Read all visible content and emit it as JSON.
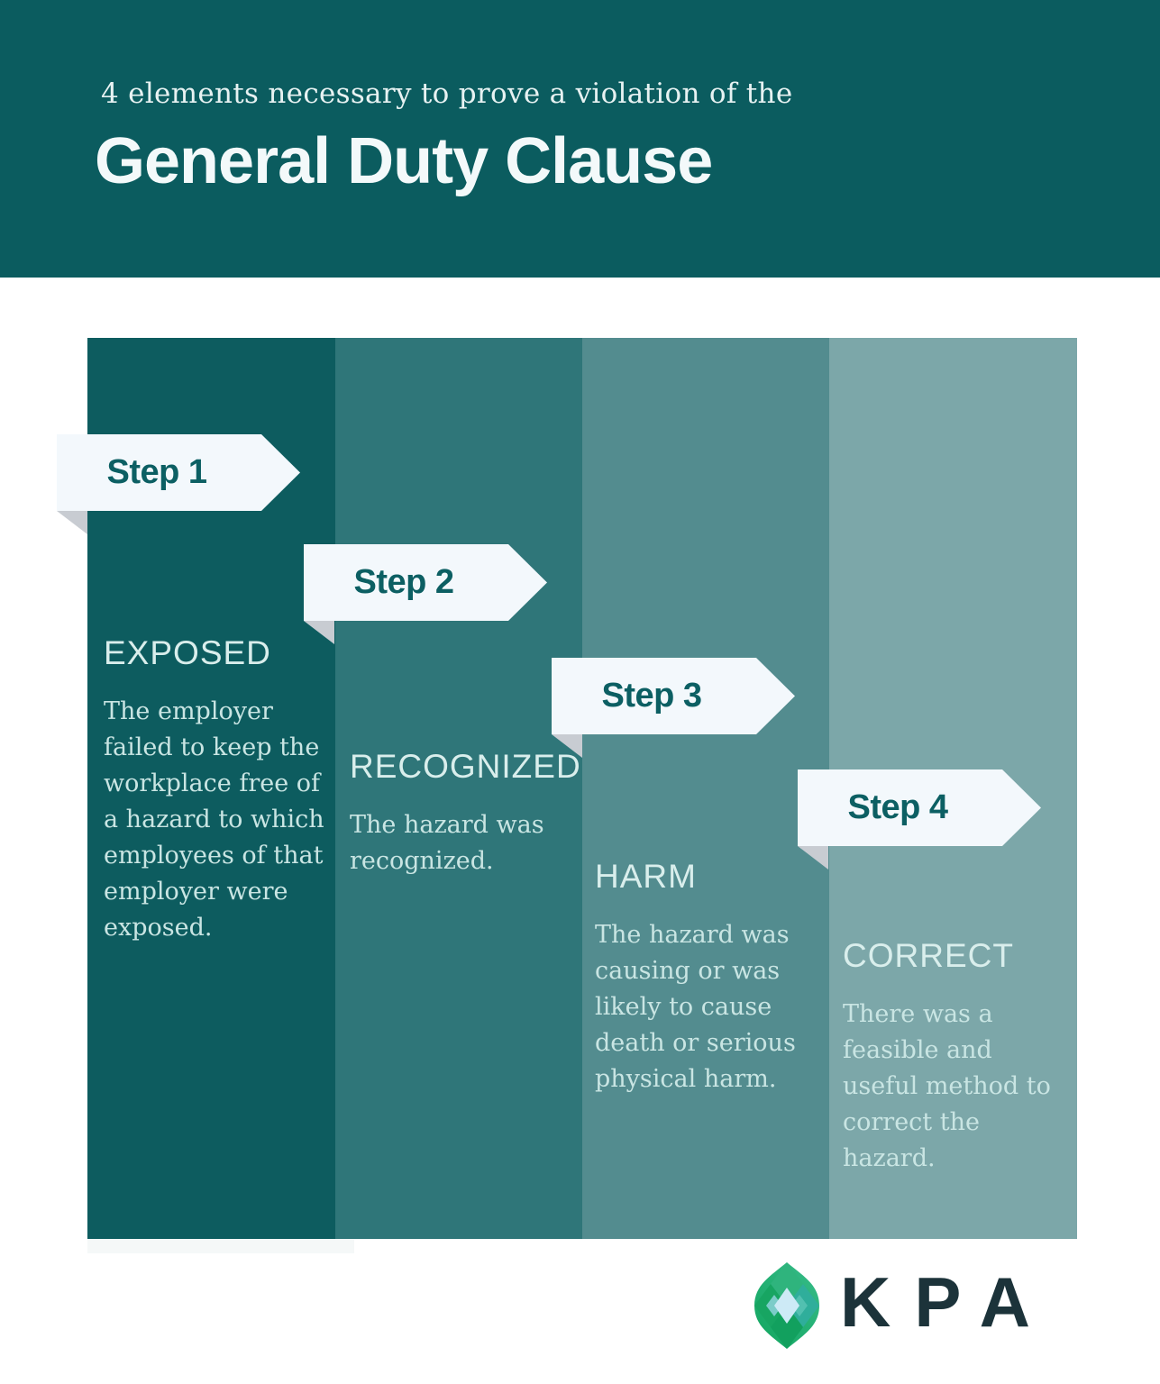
{
  "header": {
    "subtitle": "4 elements necessary to prove a violation of the",
    "title": "General Duty Clause"
  },
  "steps": [
    {
      "label": "Step 1",
      "title": "EXPOSED",
      "description": "The employer failed to keep the workplace free of a hazard to which employees of that employer were exposed."
    },
    {
      "label": "Step 2",
      "title": "RECOGNIZED",
      "description": "The hazard was recognized."
    },
    {
      "label": "Step 3",
      "title": "HARM",
      "description": "The hazard was causing or was likely to cause death or serious physical harm."
    },
    {
      "label": "Step 4",
      "title": "CORRECT",
      "description": "There was a feasible and useful method to correct the hazard."
    }
  ],
  "footer": {
    "brand": "KPA"
  },
  "colors": {
    "header_bg": "#0B5C5F",
    "column_1": "#0D5C5F",
    "column_2": "#2F7679",
    "column_3": "#538C8F",
    "column_4": "#7CA7A9",
    "banner_bg": "#F3F8FC",
    "banner_fold": "#C8CCD2",
    "step_text": "#0C5F63",
    "column_title_text": "#D9EEEC",
    "column_body_text": "#C9E5E3",
    "brand_text": "#1C333A",
    "brand_green": "#17A562",
    "brand_teal": "#2FAE9B"
  }
}
